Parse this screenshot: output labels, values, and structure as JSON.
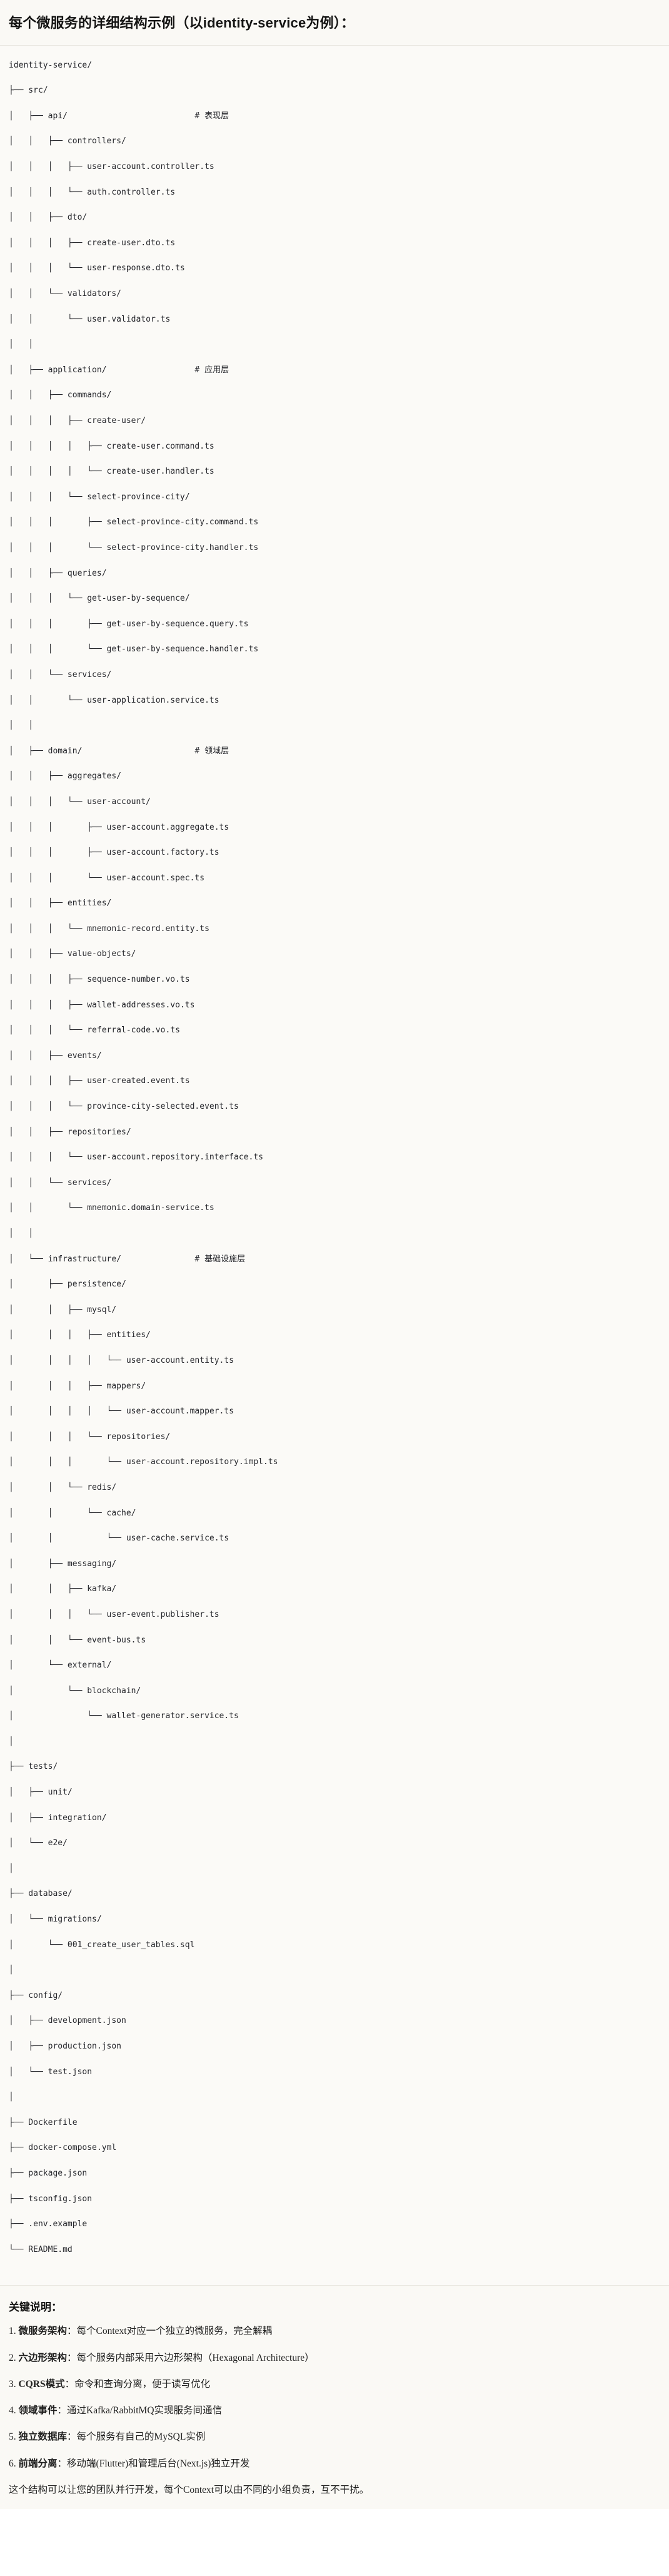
{
  "header": {
    "title_cn_prefix": "每个微服务的详细结构示例",
    "title_paren": "（以identity-service为例）：",
    "title_full": "每个微服务的详细结构示例（以identity-service为例）："
  },
  "tree": {
    "root": "identity-service/",
    "comments": {
      "api": "# 表现层",
      "application": "# 应用层",
      "domain": "# 领域层",
      "infrastructure": "# 基础设施层"
    },
    "lines": [
      "identity-service/",
      "├── src/",
      "│   ├── api/                          # 表现层",
      "│   │   ├── controllers/",
      "│   │   │   ├── user-account.controller.ts",
      "│   │   │   └── auth.controller.ts",
      "│   │   ├── dto/",
      "│   │   │   ├── create-user.dto.ts",
      "│   │   │   └── user-response.dto.ts",
      "│   │   └── validators/",
      "│   │       └── user.validator.ts",
      "│   │",
      "│   ├── application/                  # 应用层",
      "│   │   ├── commands/",
      "│   │   │   ├── create-user/",
      "│   │   │   │   ├── create-user.command.ts",
      "│   │   │   │   └── create-user.handler.ts",
      "│   │   │   └── select-province-city/",
      "│   │   │       ├── select-province-city.command.ts",
      "│   │   │       └── select-province-city.handler.ts",
      "│   │   ├── queries/",
      "│   │   │   └── get-user-by-sequence/",
      "│   │   │       ├── get-user-by-sequence.query.ts",
      "│   │   │       └── get-user-by-sequence.handler.ts",
      "│   │   └── services/",
      "│   │       └── user-application.service.ts",
      "│   │",
      "│   ├── domain/                       # 领域层",
      "│   │   ├── aggregates/",
      "│   │   │   └── user-account/",
      "│   │   │       ├── user-account.aggregate.ts",
      "│   │   │       ├── user-account.factory.ts",
      "│   │   │       └── user-account.spec.ts",
      "│   │   ├── entities/",
      "│   │   │   └── mnemonic-record.entity.ts",
      "│   │   ├── value-objects/",
      "│   │   │   ├── sequence-number.vo.ts",
      "│   │   │   ├── wallet-addresses.vo.ts",
      "│   │   │   └── referral-code.vo.ts",
      "│   │   ├── events/",
      "│   │   │   ├── user-created.event.ts",
      "│   │   │   └── province-city-selected.event.ts",
      "│   │   ├── repositories/",
      "│   │   │   └── user-account.repository.interface.ts",
      "│   │   └── services/",
      "│   │       └── mnemonic.domain-service.ts",
      "│   │",
      "│   └── infrastructure/               # 基础设施层",
      "│       ├── persistence/",
      "│       │   ├── mysql/",
      "│       │   │   ├── entities/",
      "│       │   │   │   └── user-account.entity.ts",
      "│       │   │   ├── mappers/",
      "│       │   │   │   └── user-account.mapper.ts",
      "│       │   │   └── repositories/",
      "│       │   │       └── user-account.repository.impl.ts",
      "│       │   └── redis/",
      "│       │       └── cache/",
      "│       │           └── user-cache.service.ts",
      "│       ├── messaging/",
      "│       │   ├── kafka/",
      "│       │   │   └── user-event.publisher.ts",
      "│       │   └── event-bus.ts",
      "│       └── external/",
      "│           └── blockchain/",
      "│               └── wallet-generator.service.ts",
      "│",
      "├── tests/",
      "│   ├── unit/",
      "│   ├── integration/",
      "│   └── e2e/",
      "│",
      "├── database/",
      "│   └── migrations/",
      "│       └── 001_create_user_tables.sql",
      "│",
      "├── config/",
      "│   ├── development.json",
      "│   ├── production.json",
      "│   └── test.json",
      "│",
      "├── Dockerfile",
      "├── docker-compose.yml",
      "├── package.json",
      "├── tsconfig.json",
      "├── .env.example",
      "└── README.md"
    ]
  },
  "notes": {
    "title": "关键说明：",
    "items": [
      {
        "num": "1.",
        "term": "微服务架构",
        "sep": "：",
        "desc": "每个Context对应一个独立的微服务，完全解耦"
      },
      {
        "num": "2.",
        "term": "六边形架构",
        "sep": "：",
        "desc": "每个服务内部采用六边形架构（Hexagonal Architecture）"
      },
      {
        "num": "3.",
        "term": "CQRS模式",
        "sep": "：",
        "desc": "命令和查询分离，便于读写优化"
      },
      {
        "num": "4.",
        "term": "领域事件",
        "sep": "：",
        "desc": "通过Kafka/RabbitMQ实现服务间通信"
      },
      {
        "num": "5.",
        "term": "独立数据库",
        "sep": "：",
        "desc": "每个服务有自己的MySQL实例"
      },
      {
        "num": "6.",
        "term": "前端分离",
        "sep": "：",
        "desc": "移动端(Flutter)和管理后台(Next.js)独立开发"
      }
    ],
    "footer": "这个结构可以让您的团队并行开发，每个Context可以由不同的小组负责，互不干扰。"
  },
  "colors": {
    "page_bg": "#ffffff",
    "header_bg": "#faf9f5",
    "code_bg": "#fbfaf7",
    "text": "#1a1a1a",
    "code_text": "#25262b",
    "divider": "#e8e6df"
  }
}
